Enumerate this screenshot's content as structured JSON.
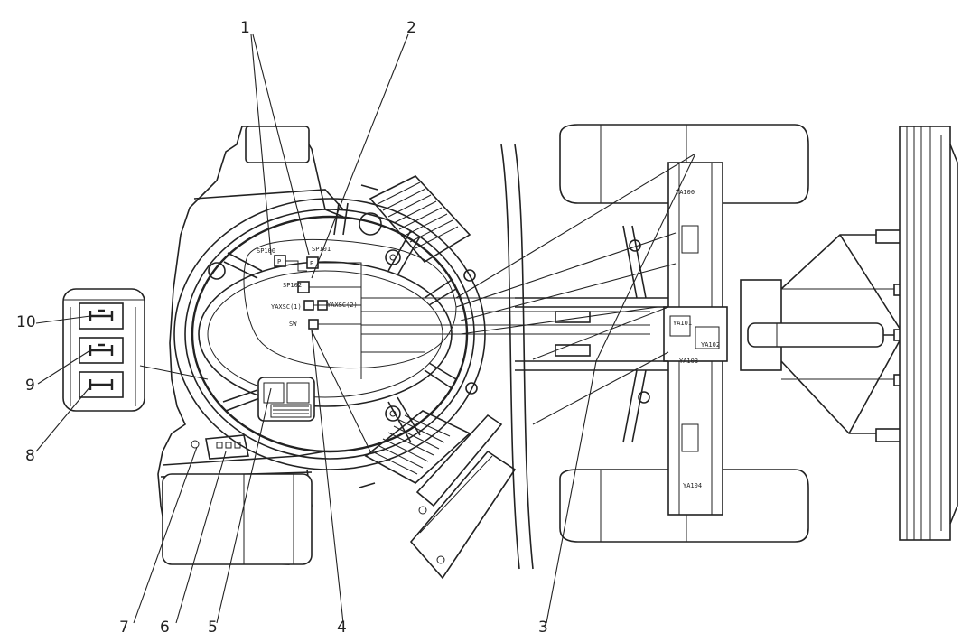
{
  "callouts": [
    {
      "id": "1",
      "label": "1"
    },
    {
      "id": "2",
      "label": "2"
    },
    {
      "id": "3",
      "label": "3"
    },
    {
      "id": "4",
      "label": "4"
    },
    {
      "id": "5",
      "label": "5"
    },
    {
      "id": "6",
      "label": "6"
    },
    {
      "id": "7",
      "label": "7"
    },
    {
      "id": "8",
      "label": "8"
    },
    {
      "id": "9",
      "label": "9"
    },
    {
      "id": "10",
      "label": "10"
    }
  ],
  "component_tags": {
    "sp100": "SP100",
    "sp101": "SP101",
    "sp102": "SP102",
    "yaxsc": "YAXSC(1)",
    "yaxsc2": "YAXSC(2)",
    "sw": "SW",
    "p1": "P",
    "p2": "P",
    "ya100": "YA100",
    "ya101": "YA101",
    "ya102": "YA102",
    "ya103": "YA103",
    "ya104": "YA104"
  },
  "colors": {
    "line": "#222222",
    "background": "#ffffff"
  }
}
